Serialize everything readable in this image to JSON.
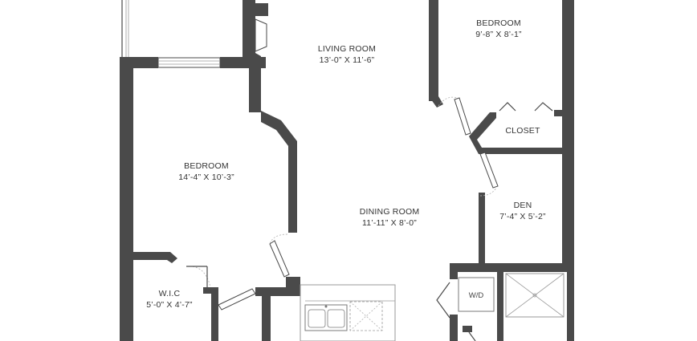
{
  "rooms": {
    "living": {
      "name": "LIVING ROOM",
      "dims": "13’-0” X 11’-6”"
    },
    "bedroom_top": {
      "name": "BEDROOM",
      "dims": "9’-8” X 8’-1”"
    },
    "bedroom_main": {
      "name": "BEDROOM",
      "dims": "14’-4” X 10’-3”"
    },
    "closet": {
      "name": "CLOSET"
    },
    "dining": {
      "name": "DINING ROOM",
      "dims": "11’-11” X 8’-0”"
    },
    "den": {
      "name": "DEN",
      "dims": "7’-4” X 5’-2”"
    },
    "wic": {
      "name": "W.I.C",
      "dims": "5’-0” X 4’-7”"
    },
    "laundry": {
      "name": "W/D"
    }
  },
  "colors": {
    "wall": "#4a4a4a",
    "fixture": "#9a9a9a",
    "background": "#ffffff"
  }
}
